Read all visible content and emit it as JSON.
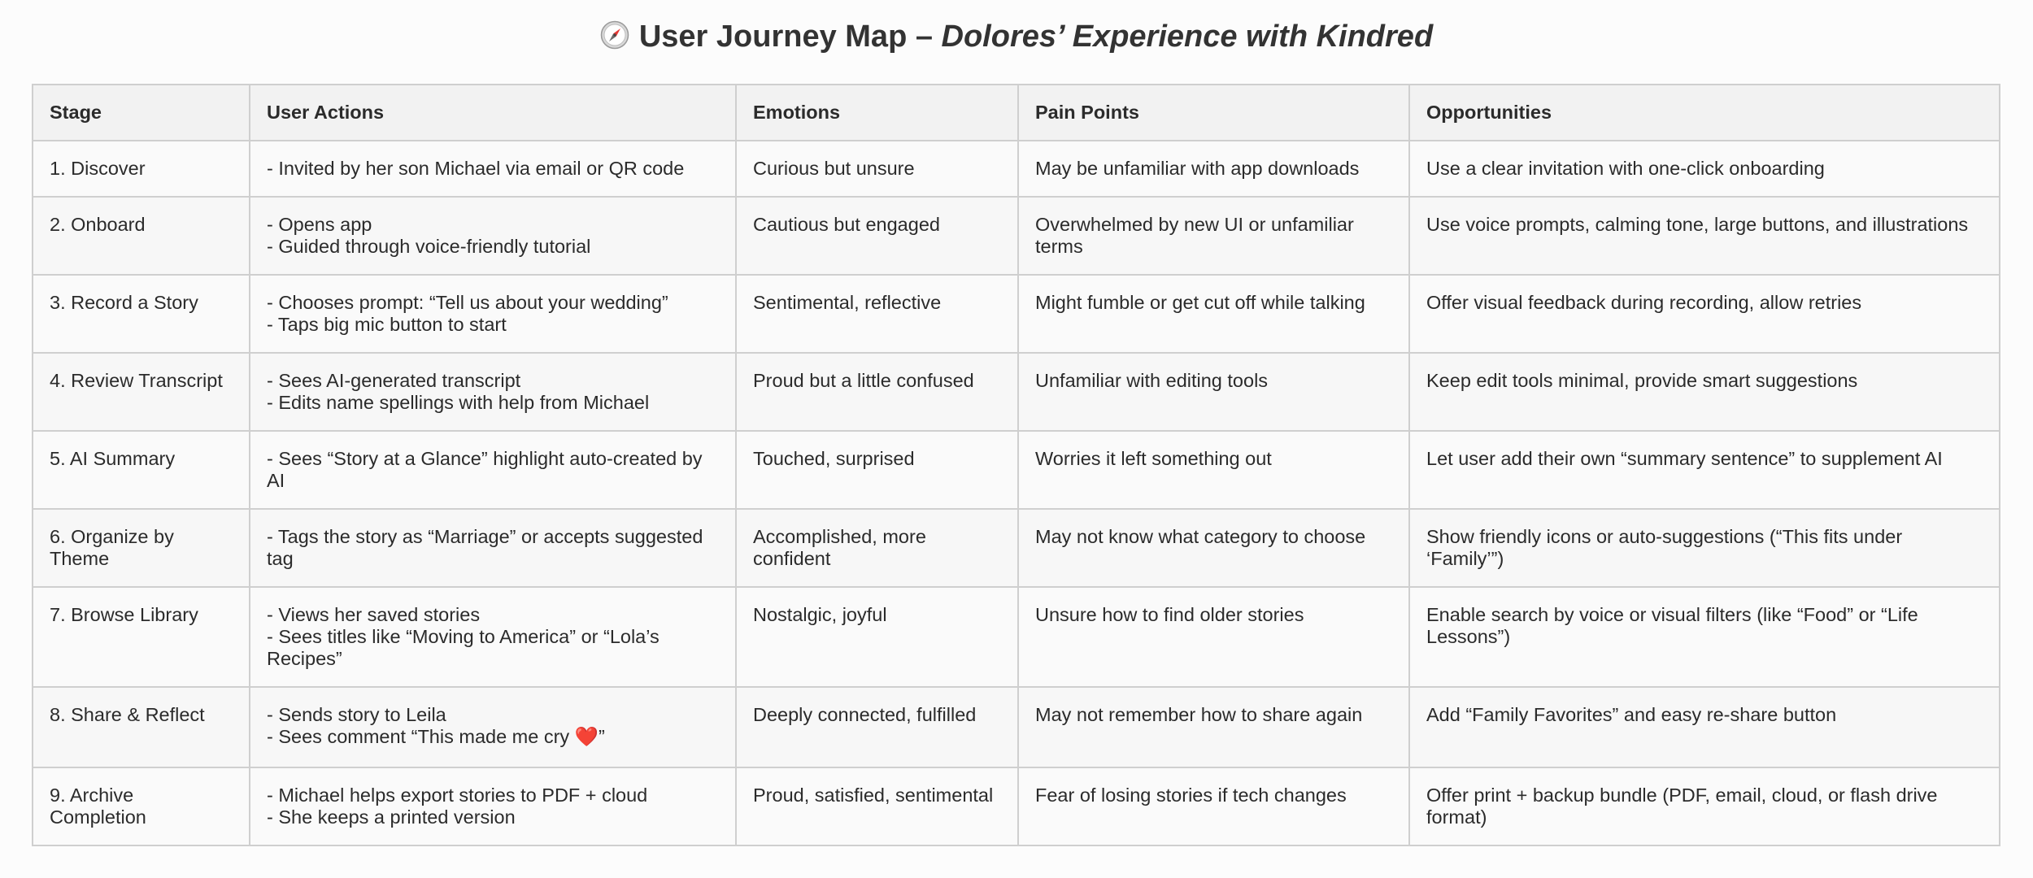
{
  "title": {
    "prefix": "User Journey Map – ",
    "emphasis": "Dolores’ Experience with Kindred",
    "icon": "compass-icon"
  },
  "table": {
    "headers": [
      "Stage",
      "User Actions",
      "Emotions",
      "Pain Points",
      "Opportunities"
    ],
    "rows": [
      {
        "stage": "1. Discover",
        "actions": [
          "- Invited by her son Michael via email or QR code"
        ],
        "emotions": "Curious but unsure",
        "pain_points": "May be unfamiliar with app downloads",
        "opportunities": "Use a clear invitation with one-click onboarding"
      },
      {
        "stage": "2. Onboard",
        "actions": [
          "- Opens app",
          "- Guided through voice-friendly tutorial"
        ],
        "emotions": "Cautious but engaged",
        "pain_points": "Overwhelmed by new UI or unfamiliar terms",
        "opportunities": "Use voice prompts, calming tone, large buttons, and illustrations"
      },
      {
        "stage": "3. Record a Story",
        "actions": [
          "- Chooses prompt: “Tell us about your wedding”",
          "- Taps big mic button to start"
        ],
        "emotions": "Sentimental, reflective",
        "pain_points": "Might fumble or get cut off while talking",
        "opportunities": "Offer visual feedback during recording, allow retries"
      },
      {
        "stage": "4. Review Transcript",
        "actions": [
          "- Sees AI-generated transcript",
          "- Edits name spellings with help from Michael"
        ],
        "emotions": "Proud but a little confused",
        "pain_points": "Unfamiliar with editing tools",
        "opportunities": "Keep edit tools minimal, provide smart suggestions"
      },
      {
        "stage": "5. AI Summary",
        "actions": [
          "- Sees “Story at a Glance” highlight auto-created by AI"
        ],
        "emotions": "Touched, surprised",
        "pain_points": "Worries it left something out",
        "opportunities": "Let user add their own “summary sentence” to supplement AI"
      },
      {
        "stage": "6. Organize by Theme",
        "actions": [
          "- Tags the story as “Marriage” or accepts suggested tag"
        ],
        "emotions": "Accomplished, more confident",
        "pain_points": "May not know what category to choose",
        "opportunities": "Show friendly icons or auto-suggestions (“This fits under ‘Family’”)"
      },
      {
        "stage": "7. Browse Library",
        "actions": [
          "- Views her saved stories",
          "- Sees titles like “Moving to America” or “Lola’s Recipes”"
        ],
        "emotions": "Nostalgic, joyful",
        "pain_points": "Unsure how to find older stories",
        "opportunities": "Enable search by voice or visual filters (like “Food” or “Life Lessons”)"
      },
      {
        "stage": "8. Share & Reflect",
        "actions": [
          "- Sends story to Leila",
          "- Sees comment “This made me cry ❤️”"
        ],
        "emotions": "Deeply connected, fulfilled",
        "pain_points": "May not remember how to share again",
        "opportunities": "Add “Family Favorites” and easy re-share button"
      },
      {
        "stage": "9. Archive Completion",
        "actions": [
          "- Michael helps export stories to PDF + cloud",
          "- She keeps a printed version"
        ],
        "emotions": "Proud, satisfied, sentimental",
        "pain_points": "Fear of losing stories if tech changes",
        "opportunities": "Offer print + backup bundle (PDF, email, cloud, or flash drive format)"
      }
    ]
  }
}
